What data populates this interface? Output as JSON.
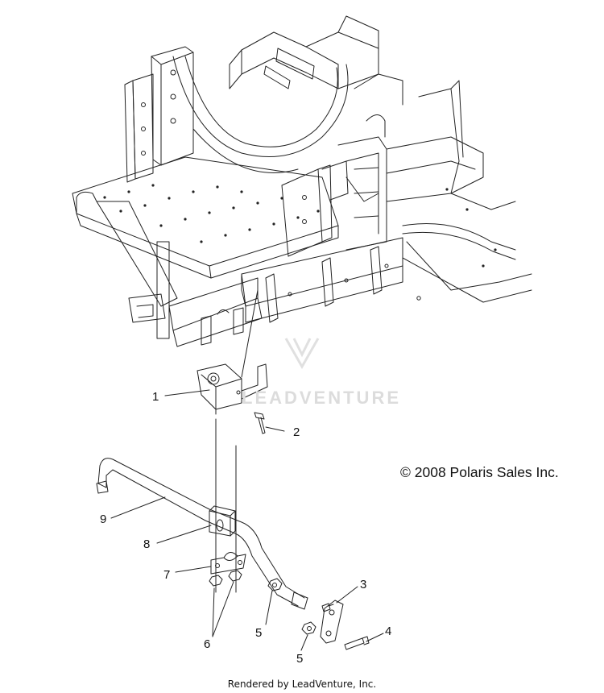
{
  "callouts": {
    "c1": "1",
    "c2": "2",
    "c3": "3",
    "c4": "4",
    "c5a": "5",
    "c5b": "5",
    "c6": "6",
    "c7": "7",
    "c8": "8",
    "c9": "9"
  },
  "copyright": "© 2008 Polaris Sales Inc.",
  "watermark": "LEADVENTURE",
  "footer": "Rendered by LeadVenture, Inc."
}
